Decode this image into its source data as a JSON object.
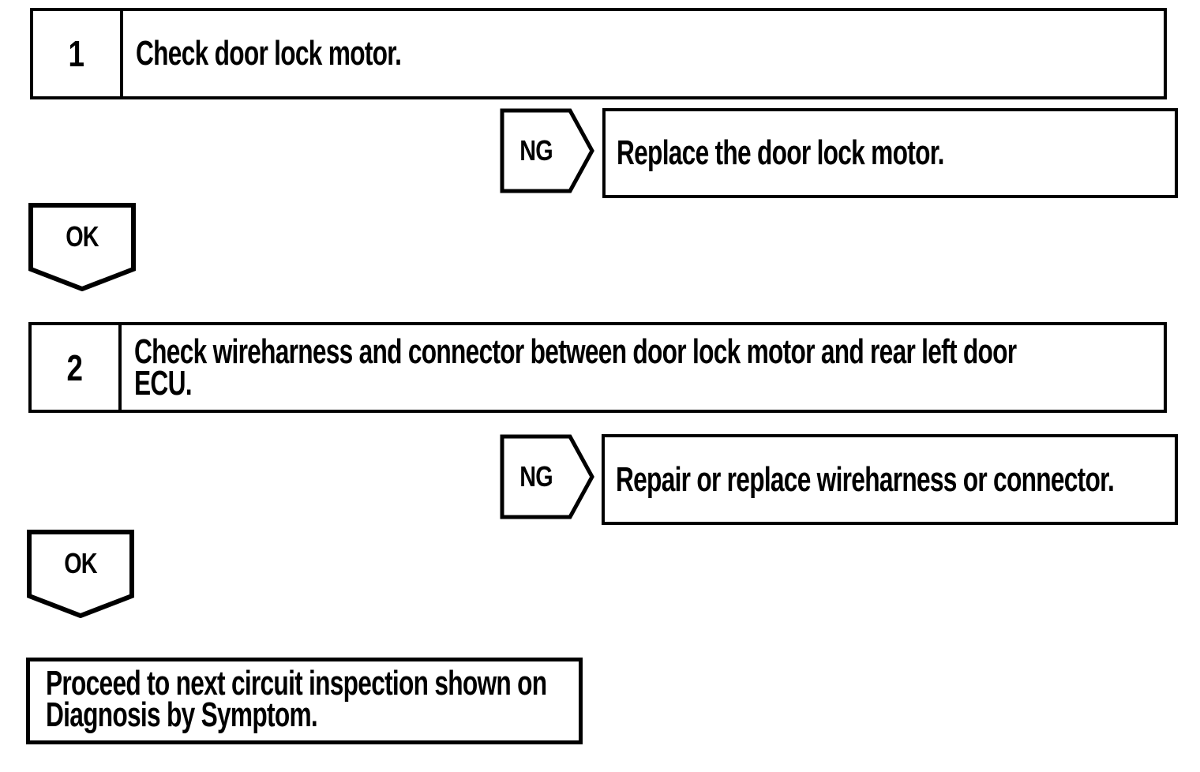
{
  "flowchart": {
    "ng_label": "NG",
    "ok_label": "OK",
    "steps": [
      {
        "number": "1",
        "lines": [
          "Check door lock motor."
        ]
      },
      {
        "number": "2",
        "lines": [
          "Check wireharness and connector between door lock motor and rear left door",
          "ECU."
        ]
      }
    ],
    "ng_results": [
      "Replace the door lock motor.",
      "Repair or replace wireharness or connector."
    ],
    "final_lines": [
      "Proceed to next circuit inspection shown on",
      "Diagnosis by Symptom."
    ],
    "colors": {
      "line": "#000000",
      "background": "#ffffff"
    }
  }
}
